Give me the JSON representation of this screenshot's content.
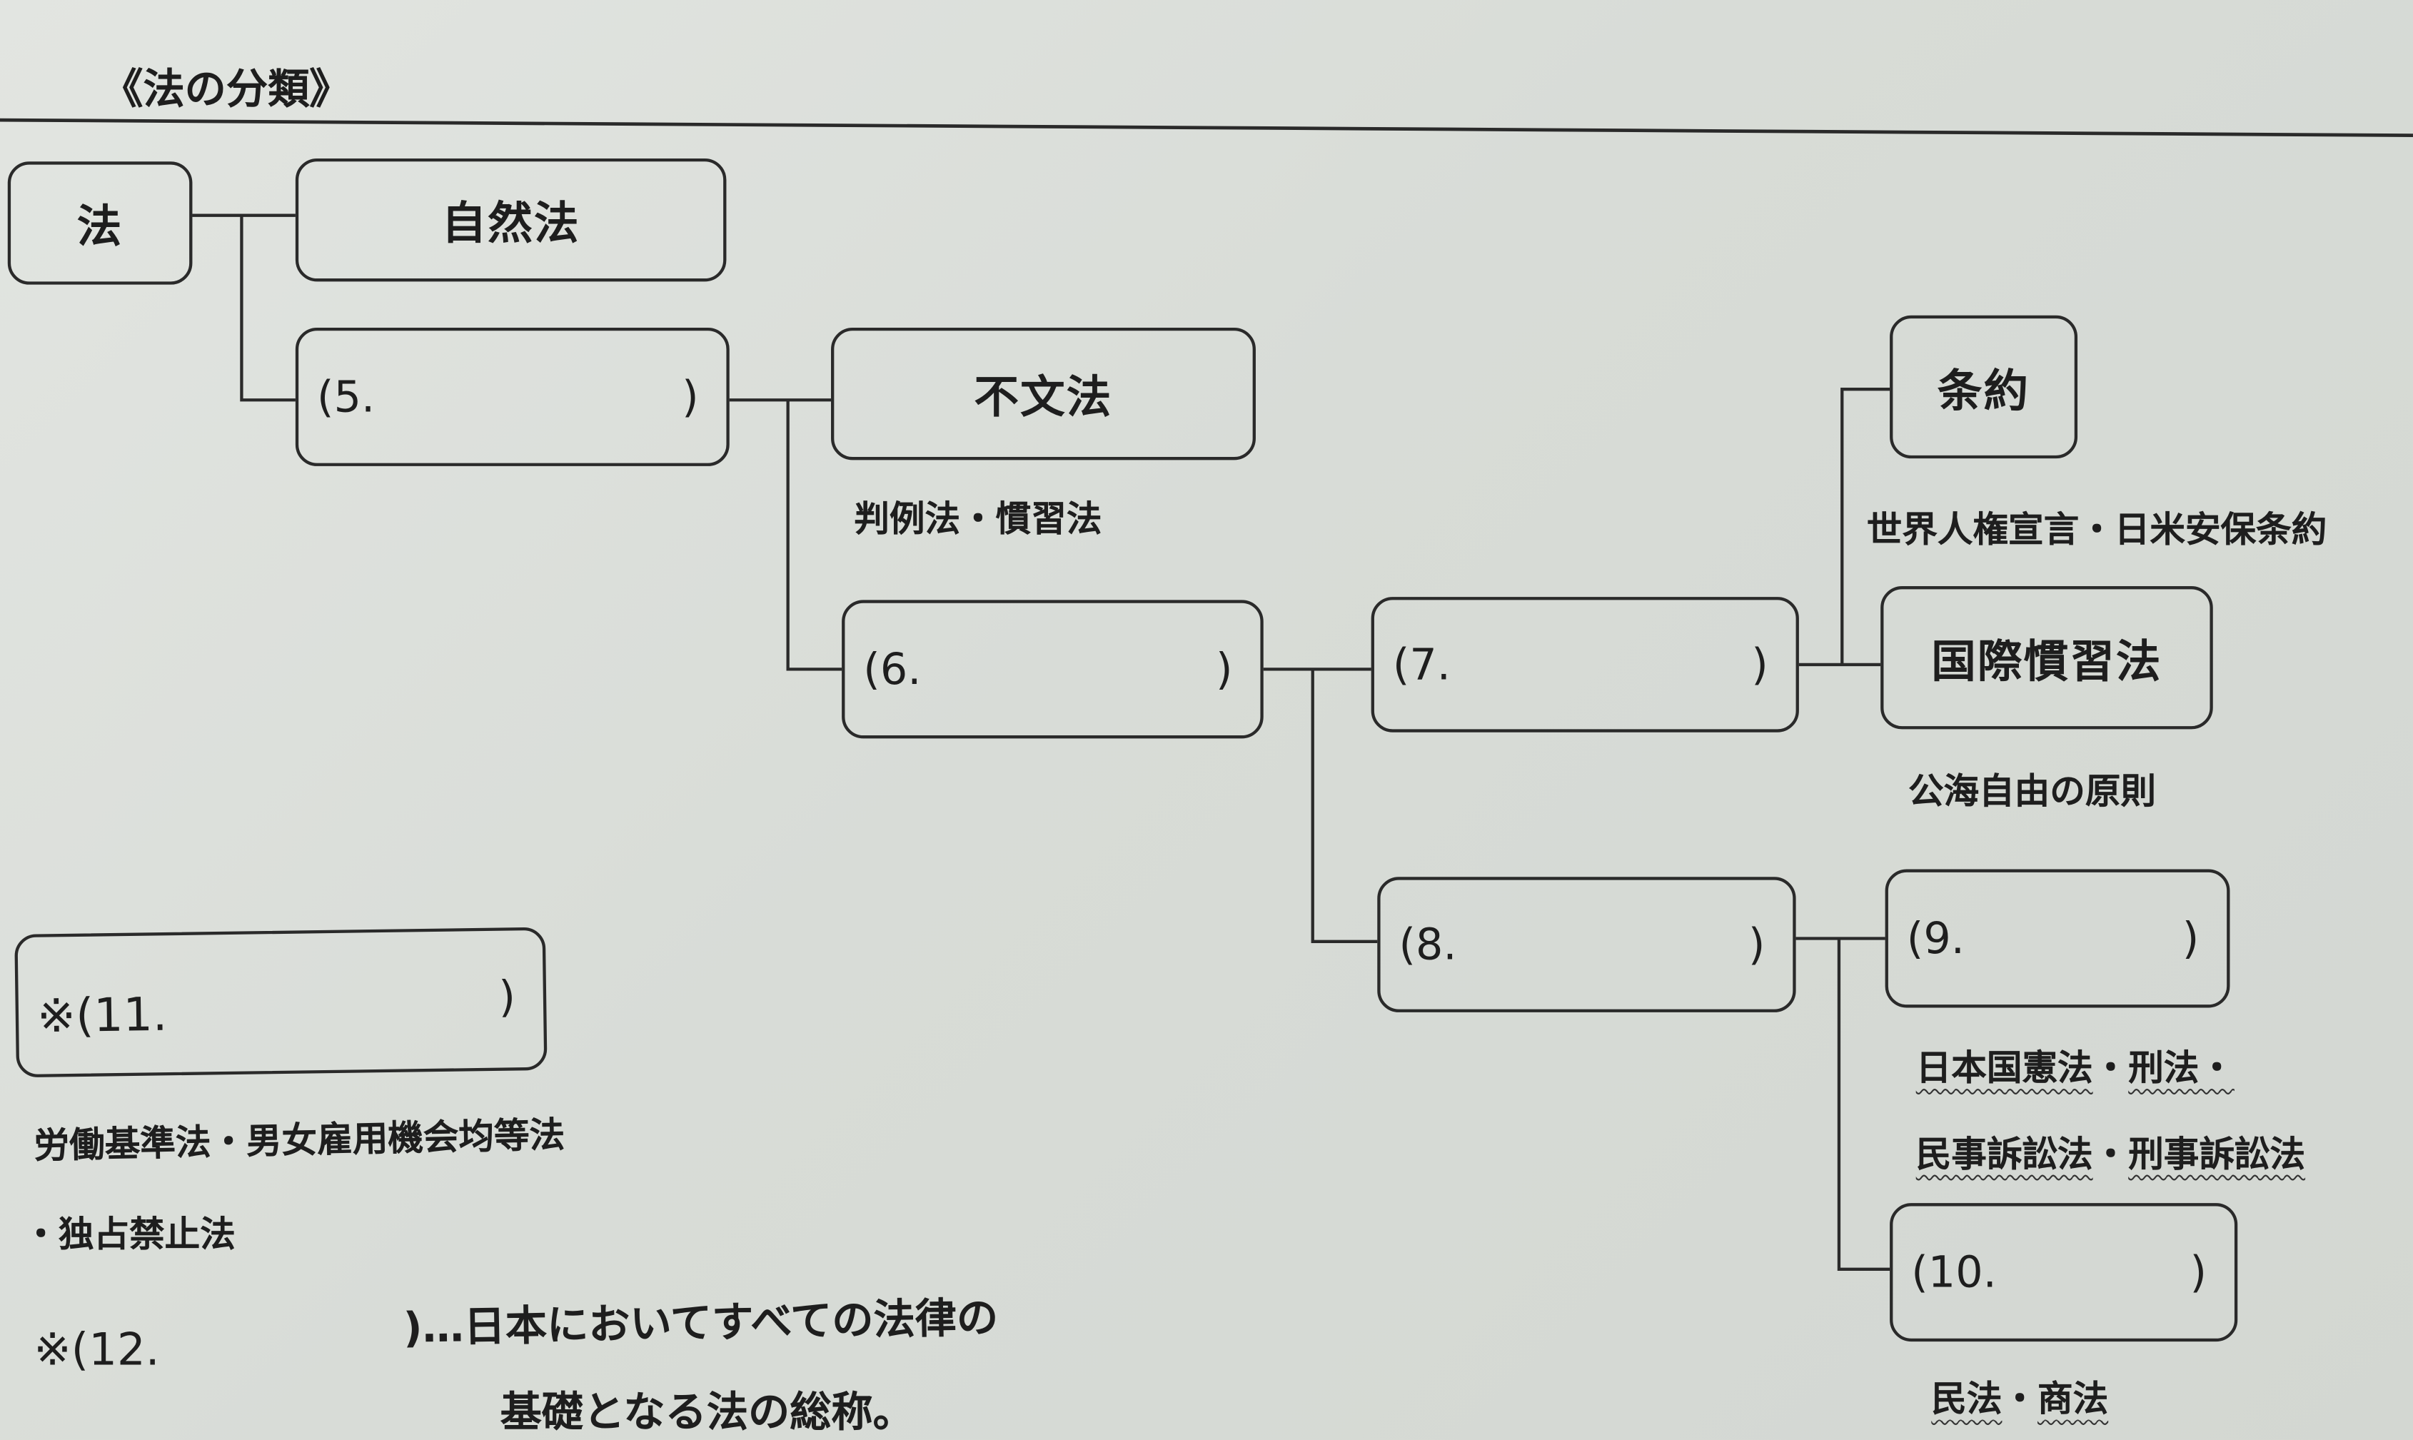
{
  "title": "《法の分類》",
  "nodes": {
    "law": "法",
    "natural_law": "自然法",
    "blank5": {
      "open": "(5.",
      "close": ")"
    },
    "unwritten_law": "不文法",
    "unwritten_examples": "判例法・慣習法",
    "blank6": {
      "open": "(6.",
      "close": ")"
    },
    "blank7": {
      "open": "(7.",
      "close": ")"
    },
    "treaty": "条約",
    "treaty_examples": "世界人権宣言・日米安保条約",
    "intl_custom_law": "国際慣習法",
    "intl_custom_examples": "公海自由の原則",
    "blank8": {
      "open": "(8.",
      "close": ")"
    },
    "blank9": {
      "open": "(9.",
      "close": ")"
    },
    "blank9_examples": {
      "line1": [
        "日本国憲法",
        "・",
        "刑法・"
      ],
      "line2": [
        "民事訴訟法",
        "・",
        "刑事訴訟法"
      ]
    },
    "blank10": {
      "open": "(10.",
      "close": ")"
    },
    "blank10_examples": [
      "民法",
      "・",
      "商法"
    ]
  },
  "notes": {
    "blank11": {
      "open": "※(11.",
      "close": ")"
    },
    "blank11_examples_line1": "労働基準法・男女雇用機会均等法",
    "blank11_examples_line2": "・独占禁止法",
    "blank12_open": "※(12.",
    "blank12_desc_line1": ")…日本においてすべての法律の",
    "blank12_desc_line2": "基礎となる法の総称。"
  }
}
